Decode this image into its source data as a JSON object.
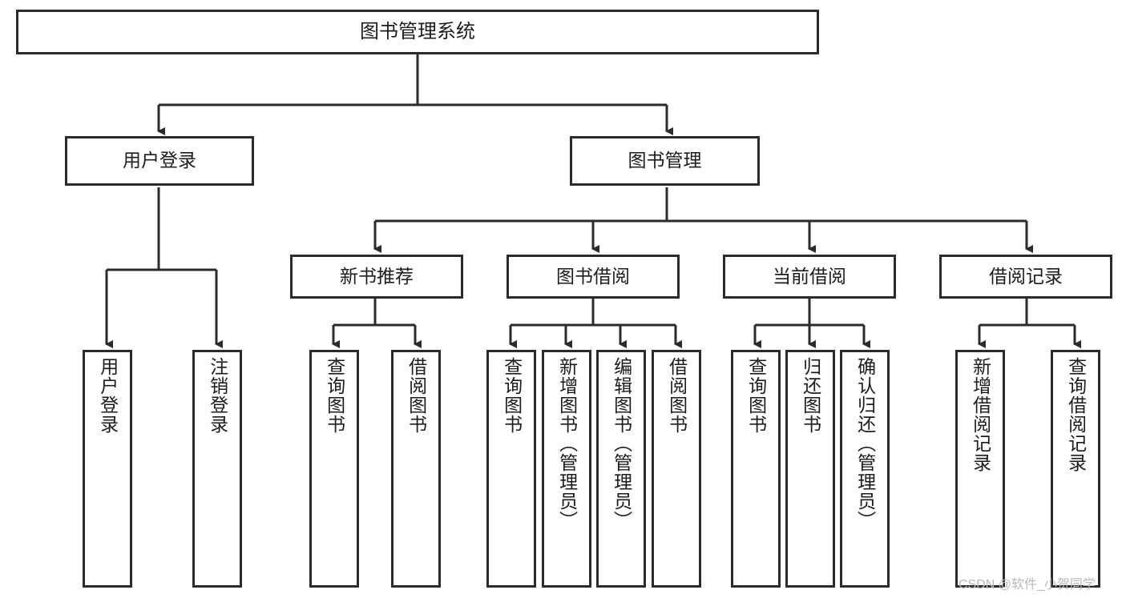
{
  "diagram": {
    "title": "图书管理系统",
    "type": "tree-hierarchy",
    "watermark": "CSDN @软件_小贺同学",
    "colors": {
      "box_border": "#2b2b2b",
      "box_fill": "#ffffff",
      "text": "#1c1c1c",
      "connector": "#2b2b2b",
      "watermark": "#b8b8b8",
      "background": "#ffffff"
    },
    "nodes": {
      "root": {
        "label": "图书管理系统"
      },
      "level1": [
        {
          "id": "user-login",
          "label": "用户登录"
        },
        {
          "id": "book-manage",
          "label": "图书管理"
        }
      ],
      "level2": [
        {
          "id": "new-book-recommend",
          "label": "新书推荐"
        },
        {
          "id": "book-borrow",
          "label": "图书借阅"
        },
        {
          "id": "current-borrow",
          "label": "当前借阅"
        },
        {
          "id": "borrow-record",
          "label": "借阅记录"
        }
      ],
      "leaves": {
        "user-login": [
          {
            "id": "login",
            "label": "用户登录"
          },
          {
            "id": "logout",
            "label": "注销登录"
          }
        ],
        "new-book-recommend": [
          {
            "id": "query-book-1",
            "label": "查询图书"
          },
          {
            "id": "borrow-book-1",
            "label": "借阅图书"
          }
        ],
        "book-borrow": [
          {
            "id": "query-book-2",
            "label": "查询图书"
          },
          {
            "id": "add-book",
            "label": "新增图书（管理员）"
          },
          {
            "id": "edit-book",
            "label": "编辑图书（管理员）"
          },
          {
            "id": "borrow-book-2",
            "label": "借阅图书"
          }
        ],
        "current-borrow": [
          {
            "id": "query-book-3",
            "label": "查询图书"
          },
          {
            "id": "return-book",
            "label": "归还图书"
          },
          {
            "id": "confirm-return",
            "label": "确认归还（管理员）"
          }
        ],
        "borrow-record": [
          {
            "id": "add-record",
            "label": "新增借阅记录"
          },
          {
            "id": "query-record",
            "label": "查询借阅记录"
          }
        ]
      }
    }
  }
}
